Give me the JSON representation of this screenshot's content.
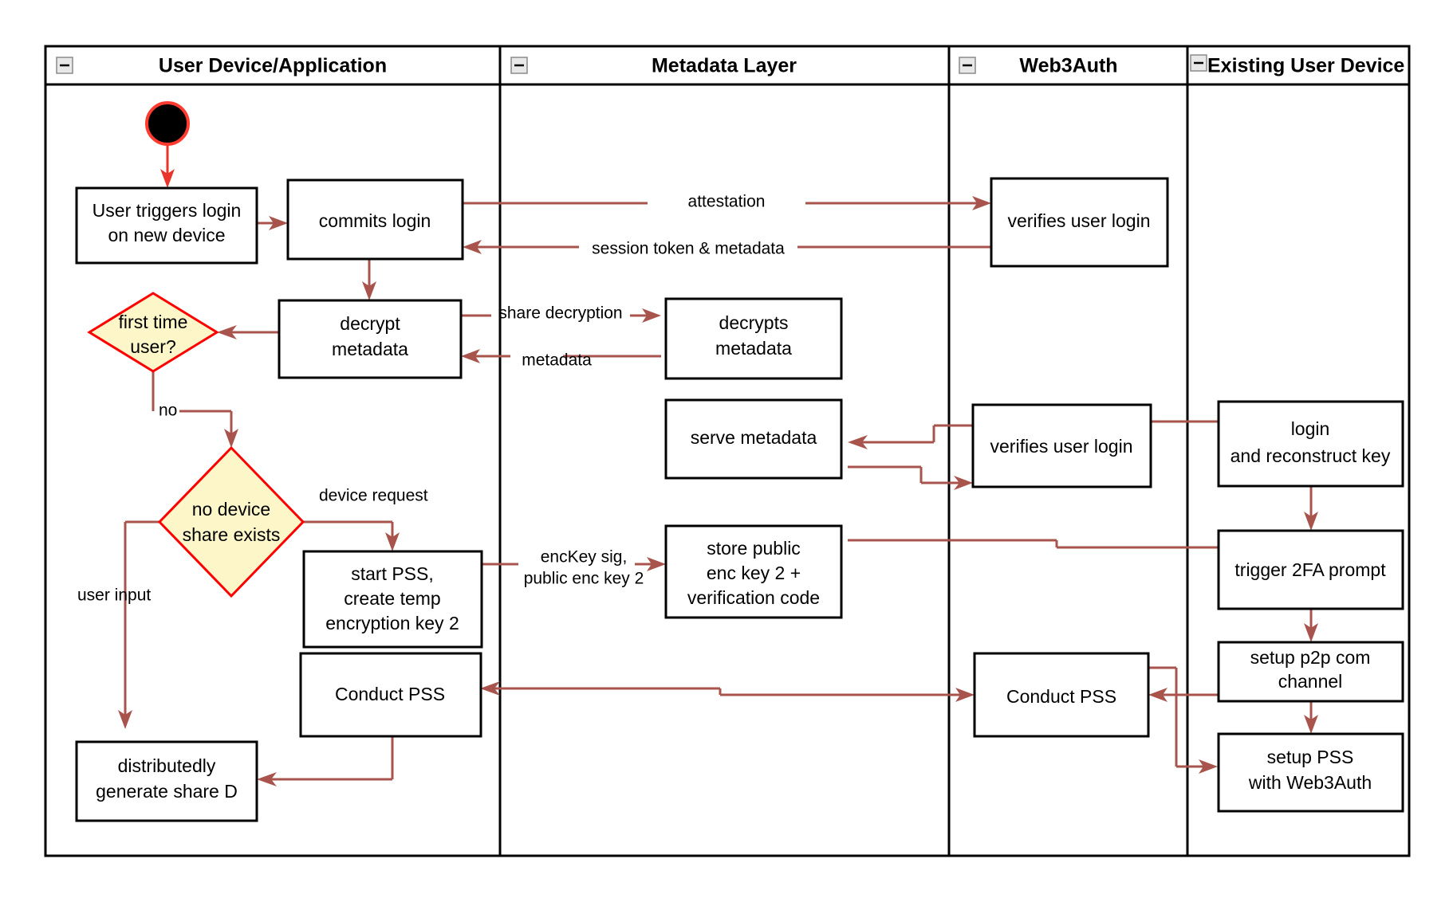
{
  "diagram": {
    "type": "swimlane-activity-diagram",
    "title": "Web3Auth new-device login and PSS flow",
    "colors": {
      "edge": "#a8544c",
      "start_edge": "#e8342a",
      "decision_fill": "#fcf6c8",
      "decision_stroke": "#ff0000",
      "node_stroke": "#000000",
      "node_fill": "#ffffff",
      "lane_stroke": "#000000"
    },
    "lanes": [
      {
        "id": "lane-user-device",
        "label": "User Device/Application",
        "collapse_icon": "minus-box-icon",
        "title_align": "center"
      },
      {
        "id": "lane-metadata",
        "label": "Metadata Layer",
        "collapse_icon": "minus-box-icon",
        "title_align": "center"
      },
      {
        "id": "lane-web3auth",
        "label": "Web3Auth",
        "collapse_icon": "minus-box-icon",
        "title_align": "center"
      },
      {
        "id": "lane-existing-device",
        "label": "Existing User Device",
        "collapse_icon": "minus-box-icon",
        "title_align": "left"
      }
    ],
    "nodes": [
      {
        "id": "start",
        "shape": "start-circle",
        "lane": "lane-user-device",
        "label": ""
      },
      {
        "id": "user-triggers-login",
        "shape": "rect",
        "lane": "lane-user-device",
        "lines": [
          "User triggers login",
          "on new device"
        ]
      },
      {
        "id": "commits-login",
        "shape": "rect",
        "lane": "lane-user-device",
        "lines": [
          "commits login"
        ]
      },
      {
        "id": "verifies-user-login-1",
        "shape": "rect",
        "lane": "lane-web3auth",
        "lines": [
          "verifies user login"
        ]
      },
      {
        "id": "decrypt-metadata",
        "shape": "rect",
        "lane": "lane-user-device",
        "lines": [
          "decrypt",
          "metadata"
        ]
      },
      {
        "id": "first-time-user",
        "shape": "diamond",
        "lane": "lane-user-device",
        "lines": [
          "first time",
          "user?"
        ]
      },
      {
        "id": "decrypts-metadata",
        "shape": "rect",
        "lane": "lane-metadata",
        "lines": [
          "decrypts",
          "metadata"
        ]
      },
      {
        "id": "serve-metadata",
        "shape": "rect",
        "lane": "lane-metadata",
        "lines": [
          "serve metadata"
        ]
      },
      {
        "id": "verifies-user-login-2",
        "shape": "rect",
        "lane": "lane-web3auth",
        "lines": [
          "verifies user login"
        ]
      },
      {
        "id": "login-reconstruct-key",
        "shape": "rect",
        "lane": "lane-existing-device",
        "lines": [
          "login",
          "and reconstruct key"
        ]
      },
      {
        "id": "no-device-share-exists",
        "shape": "diamond",
        "lane": "lane-user-device",
        "lines": [
          "no device",
          "share exists"
        ]
      },
      {
        "id": "start-pss",
        "shape": "rect",
        "lane": "lane-user-device",
        "lines": [
          "start PSS,",
          "create temp",
          "encryption key 2"
        ]
      },
      {
        "id": "store-public-enc-key",
        "shape": "rect",
        "lane": "lane-metadata",
        "lines": [
          "store public",
          "enc key 2 +",
          "verification code"
        ]
      },
      {
        "id": "trigger-2fa-prompt",
        "shape": "rect",
        "lane": "lane-existing-device",
        "lines": [
          "trigger 2FA prompt"
        ]
      },
      {
        "id": "setup-p2p-com-channel",
        "shape": "rect",
        "lane": "lane-existing-device",
        "lines": [
          "setup p2p com",
          "channel"
        ]
      },
      {
        "id": "conduct-pss-user",
        "shape": "rect",
        "lane": "lane-user-device",
        "lines": [
          "Conduct PSS"
        ]
      },
      {
        "id": "conduct-pss-web3auth",
        "shape": "rect",
        "lane": "lane-web3auth",
        "lines": [
          "Conduct PSS"
        ]
      },
      {
        "id": "setup-pss-with-web3auth",
        "shape": "rect",
        "lane": "lane-existing-device",
        "lines": [
          "setup PSS",
          "with Web3Auth"
        ]
      },
      {
        "id": "distributedly-generate-share-d",
        "shape": "rect",
        "lane": "lane-user-device",
        "lines": [
          "distributedly",
          "generate share D"
        ]
      }
    ],
    "edge_labels": {
      "attestation": "attestation",
      "session_token": "session token & metadata",
      "share_decryption": "share decryption",
      "metadata": "metadata",
      "no": "no",
      "device_request": "device request",
      "enckey_line1": "encKey sig,",
      "enckey_line2": "public enc key 2",
      "user_input": "user input"
    }
  }
}
